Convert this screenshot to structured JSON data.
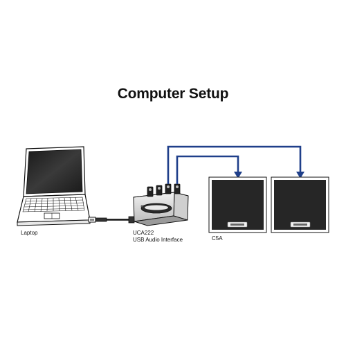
{
  "diagram": {
    "title": "Computer Setup",
    "labels": {
      "laptop": "Laptop",
      "interface_model": "UCA222",
      "interface_desc": "USB Audio Interface",
      "speakers": "C5A"
    }
  },
  "colors": {
    "cable": "#1f3f8a",
    "outline": "#111111",
    "screen": "#262626",
    "keys": "#ffffff",
    "speaker_body": "#262626",
    "speaker_badge": "#f4f4f4"
  },
  "icons": [
    "laptop-icon",
    "usb-plug-icon",
    "audio-interface-icon",
    "speaker-icon",
    "arrow-down-icon"
  ]
}
